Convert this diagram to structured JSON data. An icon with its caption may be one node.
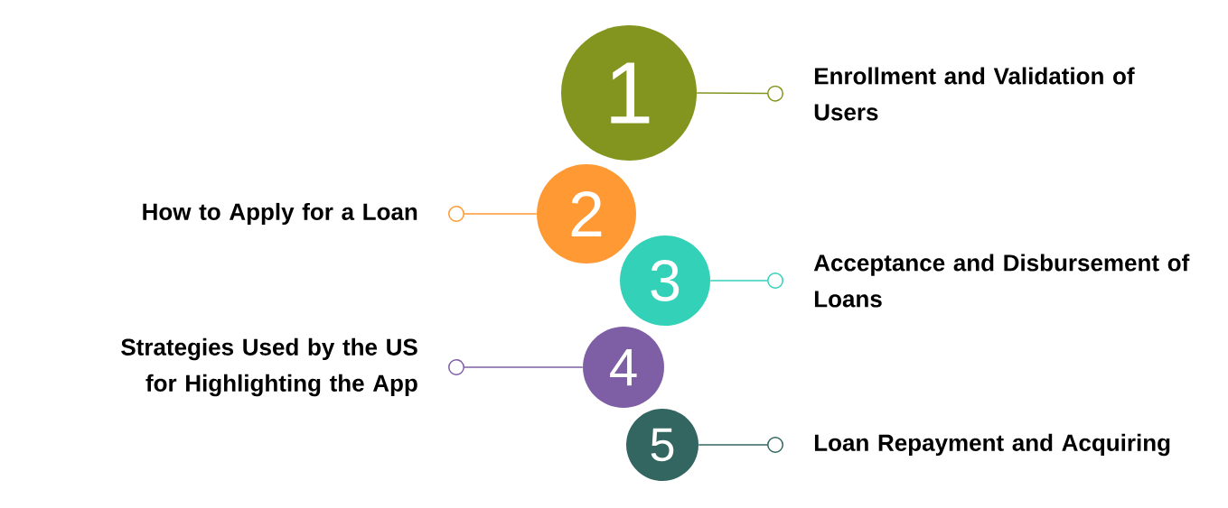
{
  "diagram": {
    "nodes": [
      {
        "text": [
          "1"
        ]
      },
      {
        "text": [
          "Enrollment and Validation of Users"
        ]
      },
      {
        "text": [
          "How to Apply for a Loan"
        ]
      },
      {
        "text": [
          "2"
        ]
      },
      {
        "text": [
          "3"
        ]
      },
      {
        "text": [
          "Acceptance and Disbursement of Loans"
        ]
      },
      {
        "text": [
          "Strategies Used by the US for Highlighting the App"
        ]
      },
      {
        "text": [
          "4"
        ]
      },
      {
        "text": [
          "5"
        ]
      },
      {
        "text": [
          "Loan Repayment and Acquiring"
        ]
      }
    ],
    "edges": [
      {
        "from": 0,
        "to": 1,
        "arrow": "other",
        "color": "#84951f"
      },
      {
        "from": 3,
        "to": 2,
        "arrow": "other",
        "color": "#ff9933"
      },
      {
        "from": 4,
        "to": 5,
        "arrow": "other",
        "color": "#33d1b8"
      },
      {
        "from": 7,
        "to": 6,
        "arrow": "other",
        "color": "#7e5fa6"
      },
      {
        "from": 8,
        "to": 9,
        "arrow": "other",
        "color": "#336661"
      }
    ]
  }
}
